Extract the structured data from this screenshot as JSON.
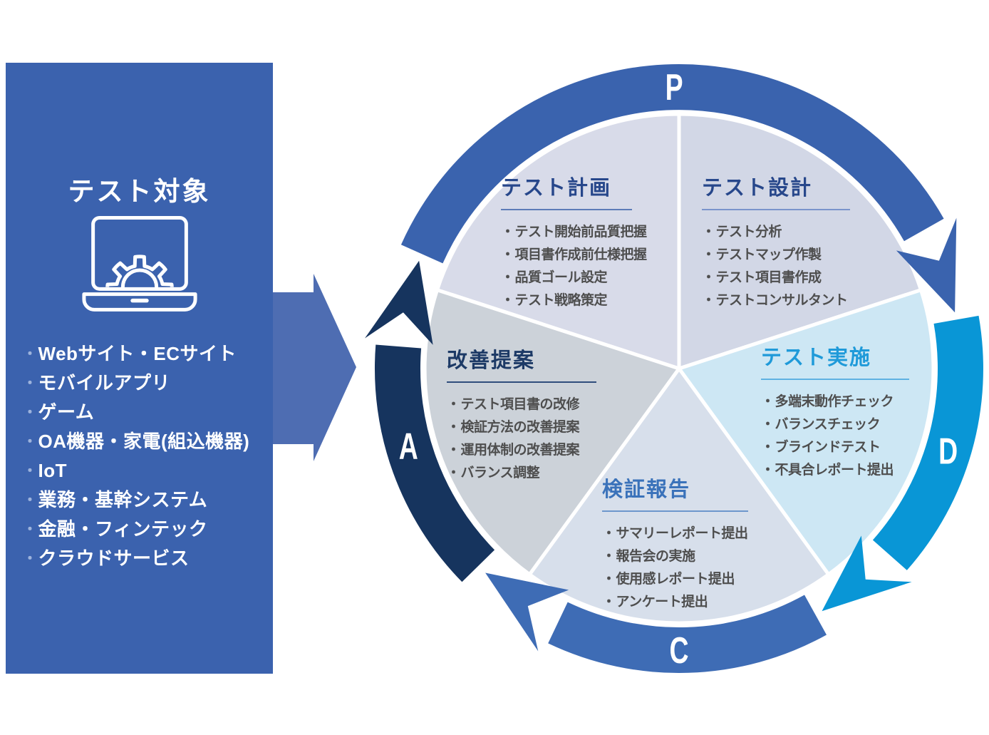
{
  "panel": {
    "title": "テスト対象",
    "items": [
      "Webサイト・ECサイト",
      "モバイルアプリ",
      "ゲーム",
      "OA機器・家電(組込機器)",
      "IoT",
      "業務・基幹システム",
      "金融・フィンテック",
      "クラウドサービス"
    ]
  },
  "cycle": {
    "letters": {
      "plan": "P",
      "do": "D",
      "check": "C",
      "act": "A"
    },
    "wedges": {
      "planning": {
        "title": "テスト計画",
        "items": [
          "テスト開始前品質把握",
          "項目書作成前仕様把握",
          "品質ゴール設定",
          "テスト戦略策定"
        ]
      },
      "design": {
        "title": "テスト設計",
        "items": [
          "テスト分析",
          "テストマップ作製",
          "テスト項目書作成",
          "テストコンサルタント"
        ]
      },
      "execution": {
        "title": "テスト実施",
        "items": [
          "多端末動作チェック",
          "バランスチェック",
          "ブラインドテスト",
          "不具合レポート提出"
        ]
      },
      "report": {
        "title": "検証報告",
        "items": [
          "サマリーレポート提出",
          "報告会の実施",
          "使用感レポート提出",
          "アンケート提出"
        ]
      },
      "improvement": {
        "title": "改善提案",
        "items": [
          "テスト項目書の改修",
          "検証方法の改善提案",
          "運用体制の改善提案",
          "バランス調整"
        ]
      }
    }
  },
  "colors": {
    "panel_bg": "#3b62ae",
    "flow_arrow": "#4e6db2",
    "ring_plan": "#3a63ae",
    "ring_do": "#0996d6",
    "ring_check": "#3e6cb5",
    "ring_act": "#16345e",
    "wedge_planning": "#d8dbe9",
    "wedge_design": "#d2d7e6",
    "wedge_execution": "#cde7f4",
    "wedge_report": "#d7dfeb",
    "wedge_improvement": "#ccd2d9",
    "header_planning": "#27478b",
    "header_design": "#27478b",
    "header_execution": "#1f9ad9",
    "header_report": "#3a72ba",
    "header_improvement": "#1d3a66"
  }
}
